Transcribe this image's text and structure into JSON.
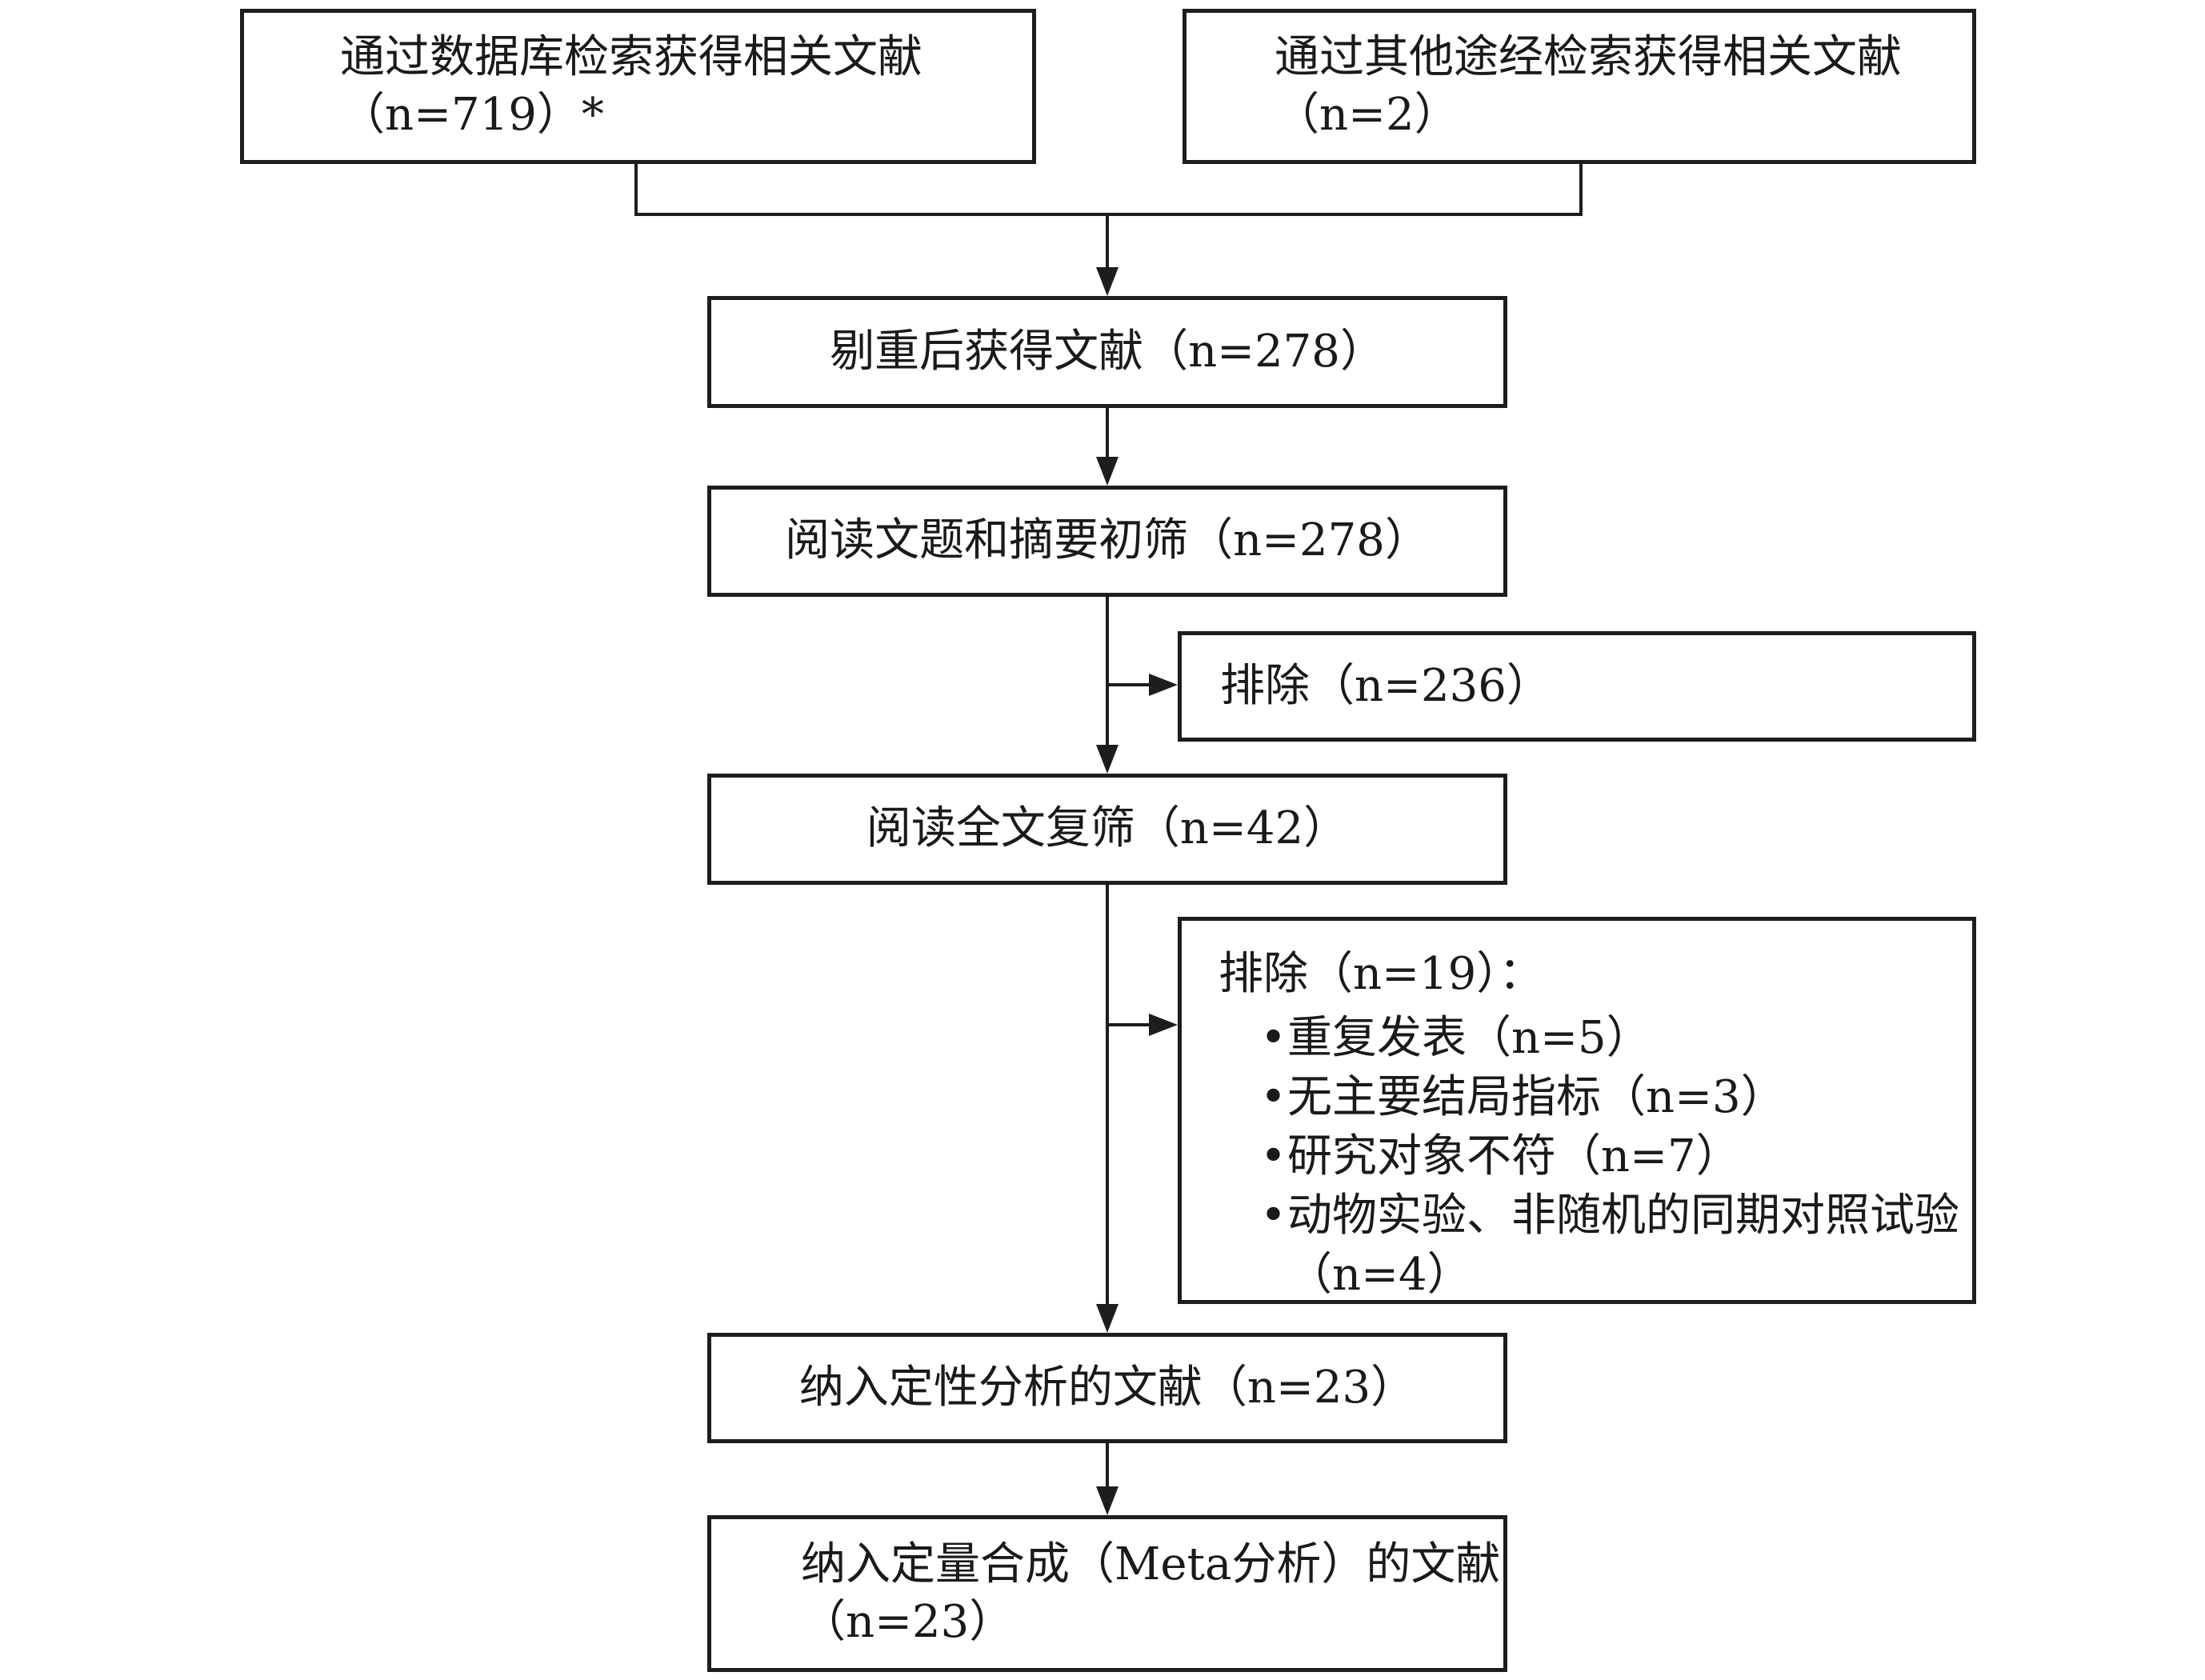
{
  "style": {
    "line_color": "#1d1d1d",
    "text_color": "#1a1a1a",
    "background": "#ffffff"
  },
  "flowchart": {
    "nodes": {
      "db_search": {
        "line1": "通过数据库检索获得相关文献",
        "line2": "（n=719）*"
      },
      "other_search": {
        "line1": "通过其他途经检索获得相关文献",
        "line2": "（n=2）"
      },
      "dedup": {
        "label": "剔重后获得文献（n=278）"
      },
      "initial_screen": {
        "label": "阅读文题和摘要初筛（n=278）"
      },
      "excluded_initial": {
        "label": "排除（n=236）"
      },
      "fulltext_screen": {
        "label": "阅读全文复筛（n=42）"
      },
      "excluded_fulltext": {
        "heading": "排除（n=19）：",
        "marker": "•",
        "bullets": [
          "重复发表（n=5）",
          "无主要结局指标（n=3）",
          "研究对象不符（n=7）",
          "动物实验、非随机的同期对照试验（n=4）"
        ]
      },
      "qualitative": {
        "label": "纳入定性分析的文献（n=23）"
      },
      "quantitative": {
        "line1": "纳入定量合成（Meta分析）的文献",
        "line2": "（n=23）"
      }
    }
  }
}
